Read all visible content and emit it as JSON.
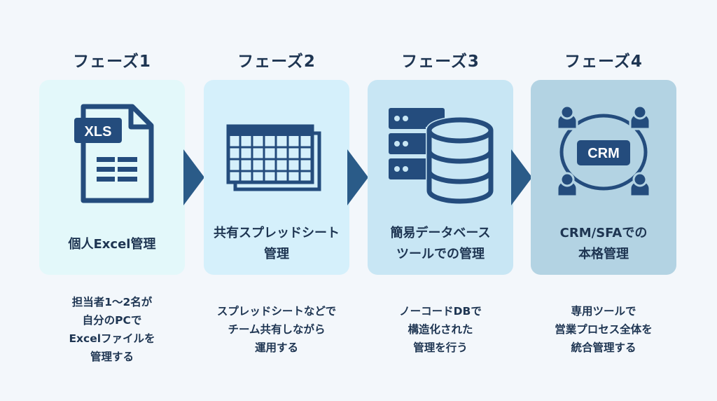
{
  "colors": {
    "icon": "#244c7d",
    "arrow": "#2a5b88",
    "text": "#1e3552",
    "card1": "#e3f8fa",
    "card2": "#d5f0fb",
    "card3": "#c8e6f4",
    "card4": "#b3d3e3"
  },
  "phases": [
    {
      "title": "フェーズ1",
      "icon": "excel-file-icon",
      "icon_text": "XLS",
      "label_lines": [
        "個人Excel管理"
      ],
      "desc_lines": [
        "担当者1～2名が",
        "自分のPCで",
        "Excelファイルを",
        "管理する"
      ]
    },
    {
      "title": "フェーズ2",
      "icon": "spreadsheet-icon",
      "label_lines": [
        "共有スプレッドシート",
        "管理"
      ],
      "desc_lines": [
        "スプレッドシートなどで",
        "チーム共有しながら",
        "運用する"
      ]
    },
    {
      "title": "フェーズ3",
      "icon": "database-icon",
      "label_lines": [
        "簡易データベース",
        "ツールでの管理"
      ],
      "desc_lines": [
        "ノーコードDBで",
        "構造化された",
        "管理を行う"
      ]
    },
    {
      "title": "フェーズ4",
      "icon": "crm-people-icon",
      "icon_text": "CRM",
      "label_lines": [
        "CRM/SFAでの",
        "本格管理"
      ],
      "desc_lines": [
        "専用ツールで",
        "営業プロセス全体を",
        "統合管理する"
      ]
    }
  ]
}
